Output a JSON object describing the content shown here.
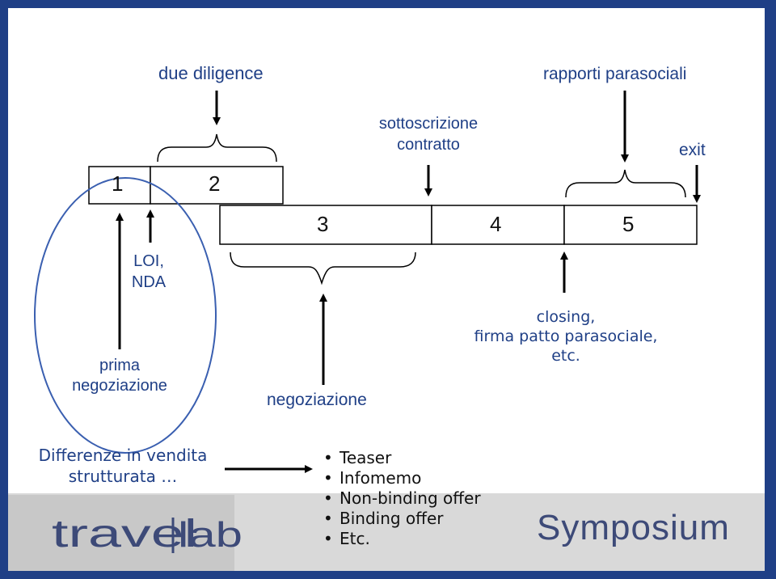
{
  "diagram": {
    "labels": {
      "due_diligence": "due diligence",
      "rapporti_parasociali": "rapporti parasociali",
      "sottoscrizione_line1": "sottoscrizione",
      "sottoscrizione_line2": "contratto",
      "exit": "exit",
      "loi_line1": "LOI,",
      "loi_line2": "NDA",
      "prima_line1": "prima",
      "prima_line2": "negoziazione",
      "negoziazione": "negoziazione",
      "closing_line1": "closing,",
      "closing_line2": "firma patto parasociale,",
      "closing_line3": "etc."
    },
    "phases": [
      "1",
      "2",
      "3",
      "4",
      "5"
    ],
    "colors": {
      "ellipse": "#3a5fb0",
      "boxes": "#000000",
      "frame": "#1f3f86"
    }
  },
  "bottom": {
    "left_line1": "Differenze in vendita",
    "left_line2": "strutturata …",
    "bullets": [
      "Teaser",
      "Infomemo",
      "Non-binding offer",
      "Binding offer",
      "Etc."
    ]
  },
  "footer": {
    "logo_left": "travellab",
    "logo_right": "Symposium"
  }
}
